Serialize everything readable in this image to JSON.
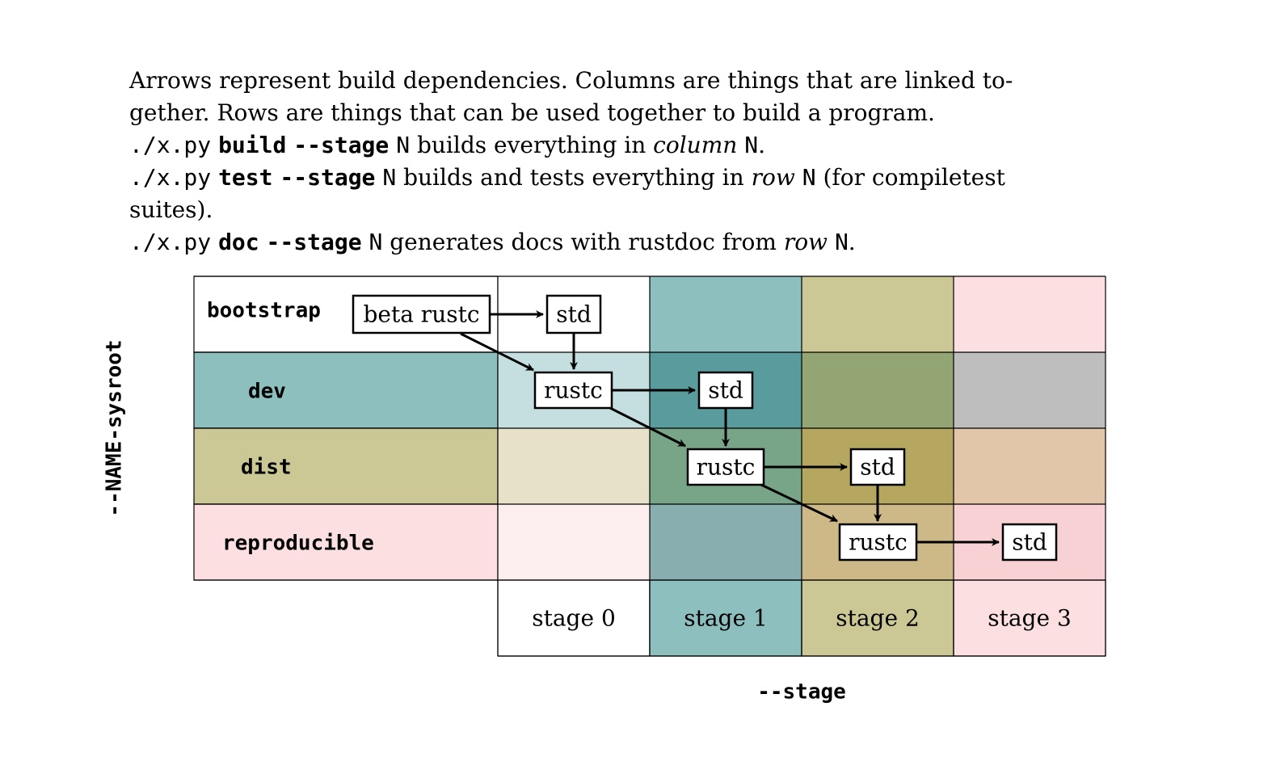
{
  "description": {
    "line1": "Arrows represent build dependencies. Columns are things that are linked to-",
    "line2": "gether. Rows are things that can be used together to build a program.",
    "line3": {
      "cmd": "./x.py",
      "sub": "build",
      "flag": "--stage",
      "n": "N",
      "t1": "builds everything in",
      "em": "column",
      "t2": "N",
      "end": "."
    },
    "line4": {
      "cmd": "./x.py",
      "sub": "test",
      "flag": "--stage",
      "n": "N",
      "t1": "builds and tests everything in",
      "em": "row",
      "t2": "N",
      "end": "(for compiletest"
    },
    "line5": "suites).",
    "line6": {
      "cmd": "./x.py",
      "sub": "doc",
      "flag": "--stage",
      "n": "N",
      "t1": "generates docs with rustdoc from",
      "em": "row",
      "t2": "N",
      "end": "."
    }
  },
  "rows": [
    {
      "label": "bootstrap",
      "color": "#ffffff"
    },
    {
      "label": "dev",
      "color": "#8dbfbf"
    },
    {
      "label": "dist",
      "color": "#ccc896"
    },
    {
      "label": "reproducible",
      "color": "#fcdfe1"
    }
  ],
  "stages": [
    {
      "label": "stage 0",
      "color": "#ffffff"
    },
    {
      "label": "stage 1",
      "color": "#8dbfbf"
    },
    {
      "label": "stage 2",
      "color": "#ccc896"
    },
    {
      "label": "stage 3",
      "color": "#fcdfe1"
    }
  ],
  "cell_colors": [
    [
      "#ffffff",
      "#8dbfbf",
      "#ccc896",
      "#fcdfe1"
    ],
    [
      "#c5dfe0",
      "#5a9c9d",
      "#92a572",
      "#bebebe"
    ],
    [
      "#e6e1c8",
      "#78a488",
      "#b5a760",
      "#e2c6a9"
    ],
    [
      "#fdeff0",
      "#89aeaf",
      "#cdb887",
      "#f8d1d4"
    ]
  ],
  "nodes": [
    {
      "id": "beta-rustc",
      "label": "beta rustc"
    },
    {
      "id": "std0",
      "label": "std"
    },
    {
      "id": "rustc0",
      "label": "rustc"
    },
    {
      "id": "std1",
      "label": "std"
    },
    {
      "id": "rustc1",
      "label": "rustc"
    },
    {
      "id": "std2",
      "label": "std"
    },
    {
      "id": "rustc2",
      "label": "rustc"
    },
    {
      "id": "std3",
      "label": "std"
    }
  ],
  "edges": [
    [
      "beta-rustc",
      "std0"
    ],
    [
      "beta-rustc",
      "rustc0"
    ],
    [
      "std0",
      "rustc0"
    ],
    [
      "rustc0",
      "std1"
    ],
    [
      "rustc0",
      "rustc1"
    ],
    [
      "std1",
      "rustc1"
    ],
    [
      "rustc1",
      "std2"
    ],
    [
      "rustc1",
      "rustc2"
    ],
    [
      "std2",
      "rustc2"
    ],
    [
      "rustc2",
      "std3"
    ]
  ],
  "axis_x_label": "--stage",
  "axis_y_label": "--NAME-sysroot"
}
